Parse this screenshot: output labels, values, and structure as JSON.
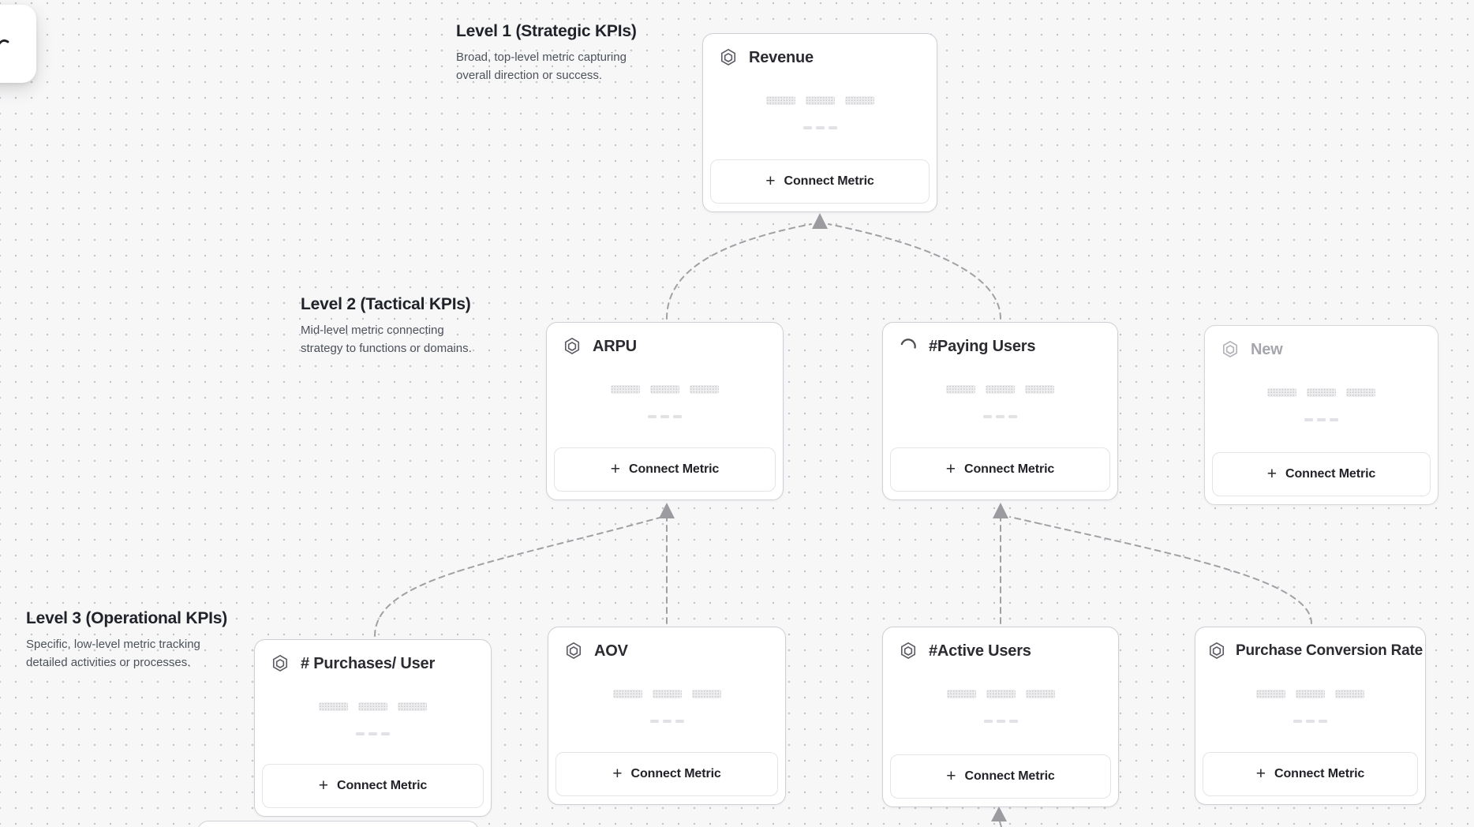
{
  "ui": {
    "connect_metric_label": "Connect Metric",
    "plus": "+"
  },
  "levels": [
    {
      "title": "Level 1 (Strategic KPIs)",
      "desc_line1": "Broad, top-level metric capturing",
      "desc_line2": "overall direction or success."
    },
    {
      "title": "Level 2 (Tactical KPIs)",
      "desc_line1": "Mid-level metric connecting",
      "desc_line2": "strategy to functions or domains."
    },
    {
      "title": "Level 3 (Operational KPIs)",
      "desc_line1": "Specific, low-level metric tracking",
      "desc_line2": "detailed activities or processes."
    }
  ],
  "cards": [
    {
      "title": "Revenue",
      "icon": "hexagon-metric-icon",
      "state": "default"
    },
    {
      "title": "ARPU",
      "icon": "hexagon-metric-icon",
      "state": "default"
    },
    {
      "title": "#Paying Users",
      "icon": "spinner-loading-icon",
      "state": "loading"
    },
    {
      "title": "New",
      "icon": "hexagon-metric-icon",
      "state": "new-unsaved"
    },
    {
      "title": "# Purchases/ User",
      "icon": "hexagon-metric-icon",
      "state": "default"
    },
    {
      "title": "AOV",
      "icon": "hexagon-metric-icon",
      "state": "default"
    },
    {
      "title": "#Active Users",
      "icon": "hexagon-metric-icon",
      "state": "default"
    },
    {
      "title": "Purchase Conversion Rate",
      "icon": "hexagon-metric-icon",
      "state": "default"
    }
  ]
}
